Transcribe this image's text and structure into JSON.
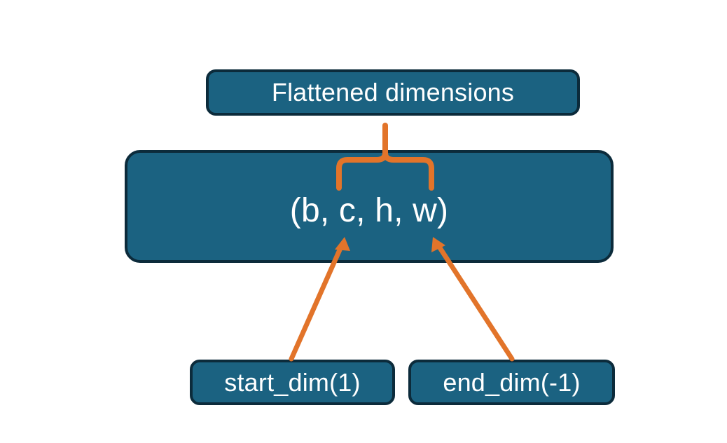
{
  "diagram": {
    "title_node": {
      "label": "Flattened dimensions"
    },
    "shape_node": {
      "label": "(b, c, h, w)"
    },
    "arg_nodes": [
      {
        "label": "start_dim(1)"
      },
      {
        "label": "end_dim(-1)"
      }
    ],
    "annotations": {
      "brace_name": "flattened-range-brace",
      "arrow_left_name": "start-dim-arrow",
      "arrow_right_name": "end-dim-arrow"
    },
    "colors": {
      "box_fill": "#1b6281",
      "box_border": "#0c2b3b",
      "box_text": "#ffffff",
      "accent": "#e2742a",
      "background": "#ffffff"
    }
  }
}
